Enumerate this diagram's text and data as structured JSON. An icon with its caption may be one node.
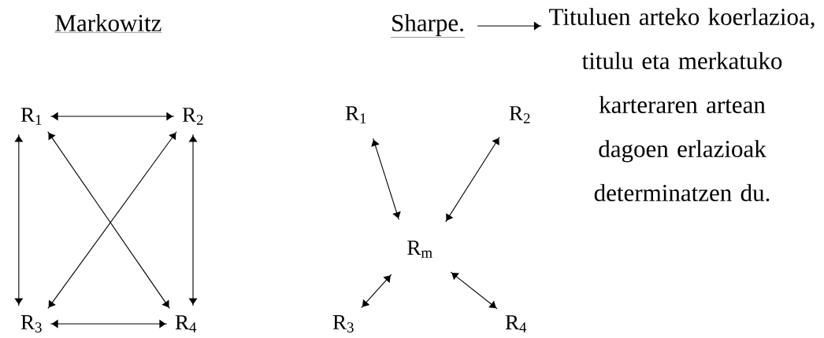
{
  "diagram": {
    "nodes": [
      {
        "text": [
          "R$_{1}$"
        ]
      },
      {
        "text": [
          "R$_{2}$"
        ]
      },
      {
        "text": [
          "R$_{3}$"
        ]
      },
      {
        "text": [
          "R$_{4}$"
        ]
      },
      {
        "text": [
          "Sharpe."
        ]
      },
      {
        "text": [
          "Tituluen arteko koerlazioa, titulu eta merkatuko karteraren artean dagoen erlazioak determinatzen du."
        ]
      },
      {
        "text": [
          "R$_{1}$"
        ]
      },
      {
        "text": [
          "R$_{2}$"
        ]
      },
      {
        "text": [
          "R$_{m}$"
        ]
      },
      {
        "text": [
          "R$_{3}$"
        ]
      },
      {
        "text": [
          "R$_{4}$"
        ]
      }
    ],
    "edges": [
      {
        "from": 0,
        "to": 1,
        "arrow": "both"
      },
      {
        "from": 0,
        "to": 2,
        "arrow": "both"
      },
      {
        "from": 0,
        "to": 3,
        "arrow": "both"
      },
      {
        "from": 1,
        "to": 2,
        "arrow": "both"
      },
      {
        "from": 1,
        "to": 3,
        "arrow": "both"
      },
      {
        "from": 2,
        "to": 3,
        "arrow": "both"
      },
      {
        "from": 4,
        "to": 5,
        "arrow": "to"
      },
      {
        "from": 6,
        "to": 8,
        "arrow": "both"
      },
      {
        "from": 7,
        "to": 8,
        "arrow": "both"
      },
      {
        "from": 8,
        "to": 9,
        "arrow": "both"
      },
      {
        "from": 8,
        "to": 10,
        "arrow": "both"
      }
    ],
    "labels": [
      "Markowitz"
    ]
  }
}
